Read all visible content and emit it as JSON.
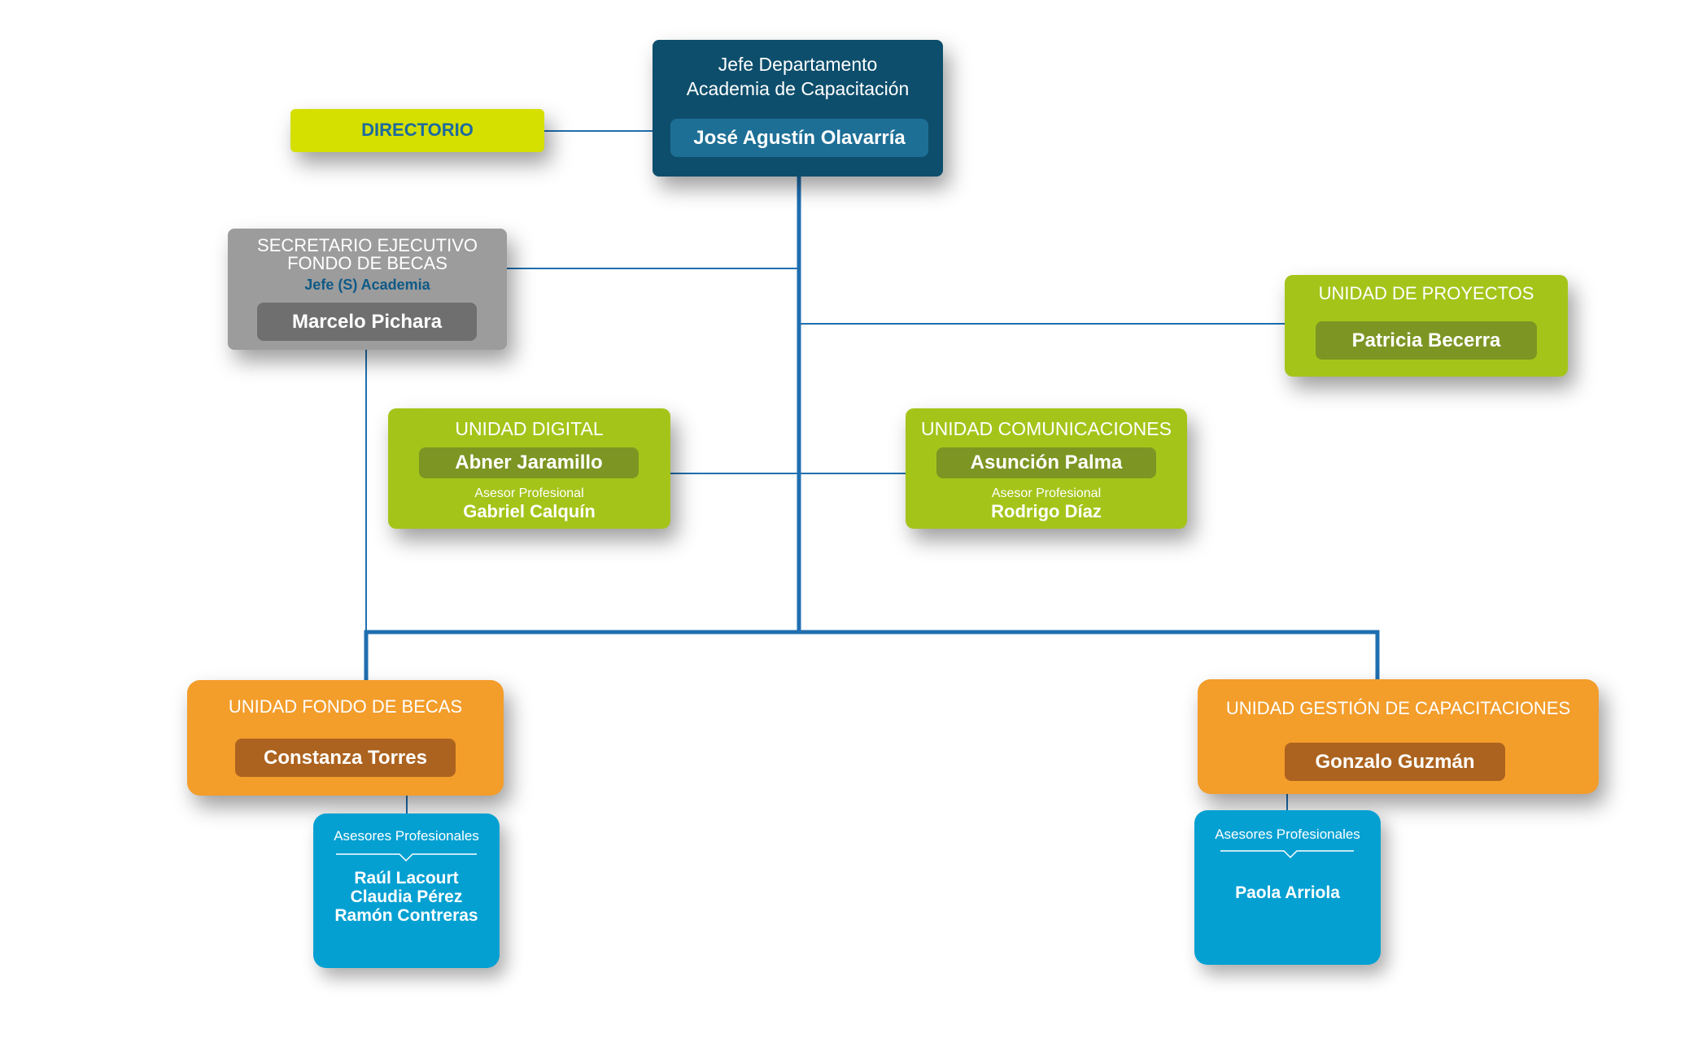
{
  "chart_data": {
    "type": "diagram",
    "nodes": {
      "jefe": {
        "title_line1": "Jefe Departamento",
        "title_line2": "Academia de Capacitación",
        "name": "José Agustín Olavarría"
      },
      "directorio": {
        "label": "DIRECTORIO"
      },
      "secretario": {
        "title_line1": "SECRETARIO EJECUTIVO",
        "title_line2": "FONDO DE BECAS",
        "subtitle": "Jefe (S) Academia",
        "name": "Marcelo Pichara"
      },
      "proyectos": {
        "title": "UNIDAD DE PROYECTOS",
        "name": "Patricia Becerra"
      },
      "digital": {
        "title": "UNIDAD DIGITAL",
        "name": "Abner Jaramillo",
        "advisor_label": "Asesor Profesional",
        "advisor_name": "Gabriel Calquín"
      },
      "comunicaciones": {
        "title": "UNIDAD COMUNICACIONES",
        "name": "Asunción Palma",
        "advisor_label": "Asesor Profesional",
        "advisor_name": "Rodrigo Díaz"
      },
      "fondo_becas": {
        "title": "UNIDAD FONDO DE BECAS",
        "name": "Constanza Torres"
      },
      "gestion": {
        "title": "UNIDAD GESTIÓN DE CAPACITACIONES",
        "name": "Gonzalo Guzmán"
      },
      "asesores_becas": {
        "label": "Asesores Profesionales",
        "names": [
          "Raúl Lacourt",
          "Claudia Pérez",
          "Ramón Contreras"
        ]
      },
      "asesores_gestion": {
        "label": "Asesores Profesionales",
        "names": [
          "Paola Arriola"
        ]
      }
    },
    "edges": [
      [
        "jefe",
        "directorio"
      ],
      [
        "jefe",
        "secretario"
      ],
      [
        "jefe",
        "proyectos"
      ],
      [
        "jefe",
        "digital"
      ],
      [
        "jefe",
        "comunicaciones"
      ],
      [
        "jefe",
        "fondo_becas"
      ],
      [
        "jefe",
        "gestion"
      ],
      [
        "secretario",
        "fondo_becas"
      ],
      [
        "fondo_becas",
        "asesores_becas"
      ],
      [
        "gestion",
        "asesores_gestion"
      ]
    ],
    "colors": {
      "connector": "#1f6fb0",
      "head": "#0d4e6c",
      "secretary": "#9c9c9c",
      "unit_green": "#a5c41a",
      "unit_orange": "#f39d2b",
      "advisors": "#04a0d2",
      "directorio": "#d5df00"
    }
  }
}
